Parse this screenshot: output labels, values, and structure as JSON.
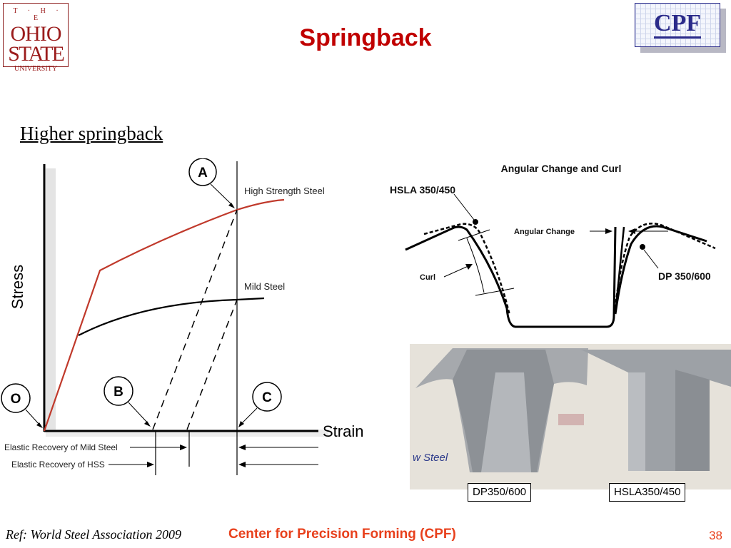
{
  "header": {
    "logo_left": {
      "line1": "T · H · E",
      "line2": "OHIO",
      "line3": "STATE",
      "line4": "UNIVERSITY"
    },
    "title": "Springback",
    "logo_right": {
      "text": "CPF"
    }
  },
  "subtitle": "Higher springback",
  "stress_strain_diagram": {
    "y_axis_label": "Stress",
    "x_axis_label": "Strain",
    "curves": [
      {
        "name": "High Strength Steel",
        "color": "#c0392b"
      },
      {
        "name": "Mild Steel",
        "color": "#000000"
      }
    ],
    "points": [
      "A",
      "B",
      "C",
      "O"
    ],
    "recovery_labels": [
      "Elastic Recovery of Mild Steel",
      "Elastic Recovery of HSS"
    ]
  },
  "angular_change_diagram": {
    "title": "Angular Change and Curl",
    "labels": {
      "hsla": "HSLA 350/450",
      "dp": "DP 350/600",
      "angular_change": "Angular Change",
      "curl": "Curl"
    }
  },
  "photo": {
    "labels": [
      "DP350/600",
      "HSLA350/450"
    ],
    "watermark": "w Steel"
  },
  "footer": {
    "reference": "Ref: World Steel Association 2009",
    "center": "Center for Precision Forming (CPF)",
    "page_number": "38"
  }
}
